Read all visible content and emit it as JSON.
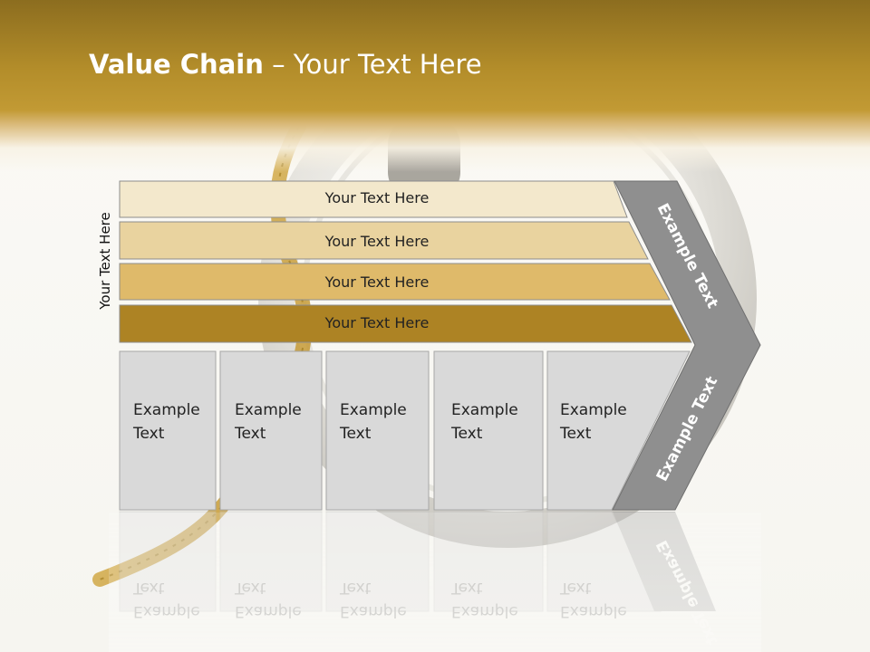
{
  "title": {
    "bold": "Value Chain",
    "rest": " – Your Text Here"
  },
  "side_label": "Your Text Here",
  "bars": [
    {
      "label": "Your Text Here",
      "color": "#f3e8cc"
    },
    {
      "label": "Your Text Here",
      "color": "#e9d39f"
    },
    {
      "label": "Your Text Here",
      "color": "#dfba6a"
    },
    {
      "label": "Your Text Here",
      "color": "#ad8324"
    }
  ],
  "columns": [
    {
      "line1": "Example",
      "line2": "Text"
    },
    {
      "line1": "Example",
      "line2": "Text"
    },
    {
      "line1": "Example",
      "line2": "Text"
    },
    {
      "line1": "Example",
      "line2": "Text"
    },
    {
      "line1": "Example",
      "line2": "Text"
    }
  ],
  "chevron": {
    "upper_text": "Example Text",
    "lower_text": "Example Text",
    "color": "#8f8f8f"
  },
  "colors": {
    "title_band": "#b38d2a",
    "column_fill": "#d9d9d9",
    "column_border": "#a6a6a6"
  }
}
